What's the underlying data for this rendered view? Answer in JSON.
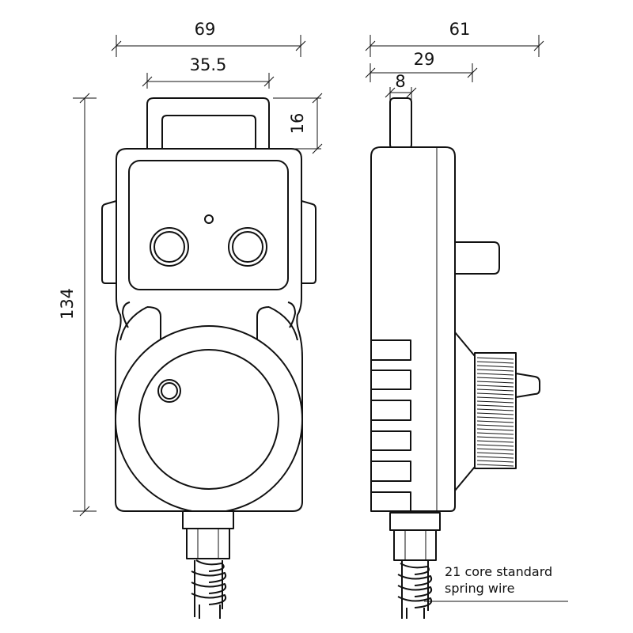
{
  "dimensions": {
    "front_total_width": "69",
    "front_handle_width": "35.5",
    "front_handle_height": "16",
    "total_height": "134",
    "side_total_depth": "61",
    "side_body_depth": "29",
    "side_cable_width": "8"
  },
  "cable_note": {
    "line1": "21 core standard",
    "line2": "spring wire"
  }
}
